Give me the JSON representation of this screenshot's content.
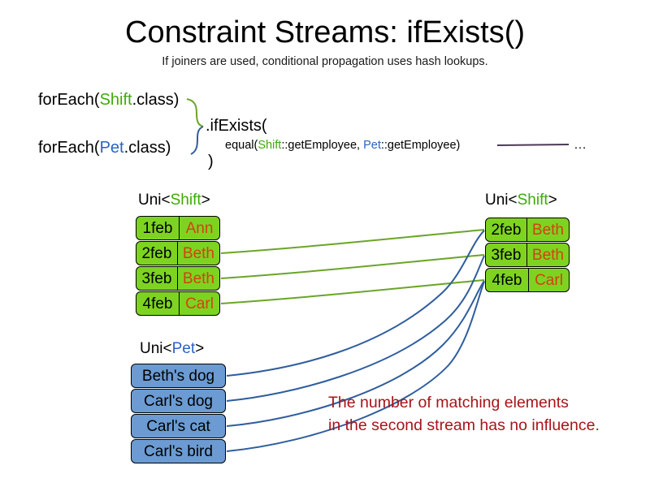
{
  "page": {
    "title": "Constraint Streams: ifExists()",
    "subtitle": "If joiners are used, conditional propagation uses hash lookups."
  },
  "colors": {
    "shift_class": "#3faa09",
    "pet_class": "#2a63c4",
    "green_box_fill": "#7ed321",
    "blue_box_fill": "#6b9bd2",
    "name_text": "#d1430f",
    "note_text": "#a81419",
    "green_wire": "#6aa528",
    "blue_wire": "#2f5d9e",
    "tail_line": "#4a3a55"
  },
  "code": {
    "foreach_shift": {
      "prefix": "forEach(",
      "type": "Shift",
      "suffix": ".class)"
    },
    "foreach_pet": {
      "prefix": "forEach(",
      "type": "Pet",
      "suffix": ".class)"
    },
    "if_exists": ".ifExists(",
    "equal": {
      "prefix": "equal(",
      "left_type": "Shift",
      "left_method": "::getEmployee, ",
      "right_type": "Pet",
      "right_method": "::getEmployee)"
    },
    "close_paren": ")",
    "tail_ellipsis": "…"
  },
  "streams": {
    "shift_left": {
      "label_prefix": "Uni<",
      "label_type": "Shift",
      "label_suffix": ">",
      "rows": [
        {
          "date": "1feb",
          "name": "Ann"
        },
        {
          "date": "2feb",
          "name": "Beth"
        },
        {
          "date": "3feb",
          "name": "Beth"
        },
        {
          "date": "4feb",
          "name": "Carl"
        }
      ]
    },
    "shift_right": {
      "label_prefix": "Uni<",
      "label_type": "Shift",
      "label_suffix": ">",
      "rows": [
        {
          "date": "2feb",
          "name": "Beth"
        },
        {
          "date": "3feb",
          "name": "Beth"
        },
        {
          "date": "4feb",
          "name": "Carl"
        }
      ]
    },
    "pet": {
      "label_prefix": "Uni<",
      "label_type": "Pet",
      "label_suffix": ">",
      "rows": [
        {
          "name": "Beth's dog"
        },
        {
          "name": "Carl's dog"
        },
        {
          "name": "Carl's cat"
        },
        {
          "name": "Carl's bird"
        }
      ]
    }
  },
  "note": {
    "line1": "The number of matching elements",
    "line2": "in the second stream has no influence."
  }
}
